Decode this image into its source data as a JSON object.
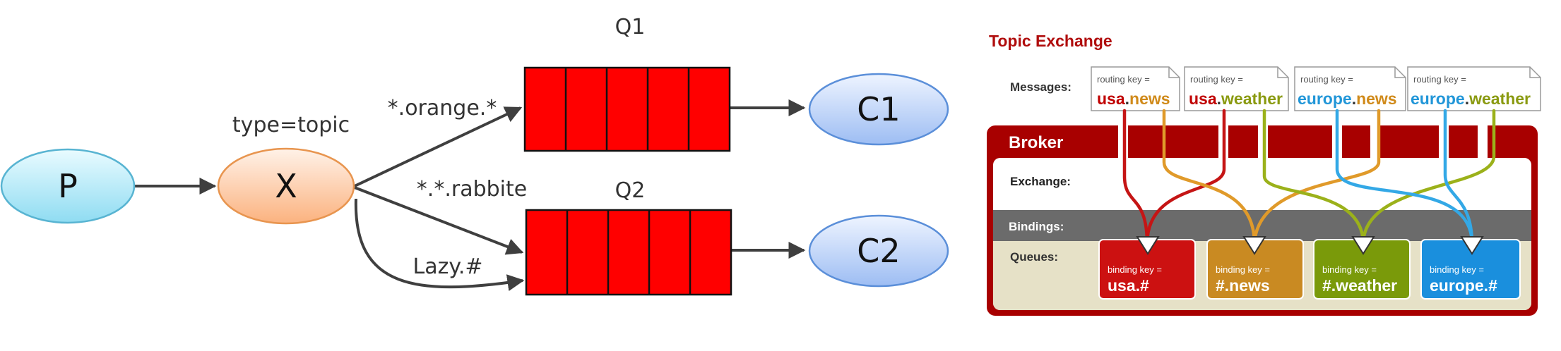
{
  "left_diagram": {
    "producer": "P",
    "exchange": "X",
    "exchange_type": "type=topic",
    "queues": [
      {
        "name": "Q1",
        "consumer": "C1",
        "binding": "*.orange.*"
      },
      {
        "name": "Q2",
        "consumer": "C2",
        "binding": "*.*.rabbite"
      }
    ],
    "lazy_binding": "Lazy.#"
  },
  "right_diagram": {
    "title": "Topic Exchange",
    "messages_label": "Messages:",
    "broker_label": "Broker",
    "exchange_label": "Exchange:",
    "bindings_label": "Bindings:",
    "queues_label": "Queues:",
    "routing_key_caption": "routing key =",
    "binding_key_caption": "binding key =",
    "messages": [
      {
        "part1": "usa",
        "dot": ".",
        "part2": "news",
        "color1": "#c00000",
        "color2": "#d08a1a"
      },
      {
        "part1": "usa",
        "dot": ".",
        "part2": "weather",
        "color1": "#c00000",
        "color2": "#8a9a10"
      },
      {
        "part1": "europe",
        "dot": ".",
        "part2": "news",
        "color1": "#2196d8",
        "color2": "#d08a1a"
      },
      {
        "part1": "europe",
        "dot": ".",
        "part2": "weather",
        "color1": "#2196d8",
        "color2": "#8a9a10"
      }
    ],
    "queues": [
      {
        "key": "usa.#",
        "color": "#cc1111"
      },
      {
        "key": "#.news",
        "color": "#c98a22"
      },
      {
        "key": "#.weather",
        "color": "#7a9a0a"
      },
      {
        "key": "europe.#",
        "color": "#1a8fdd"
      }
    ]
  }
}
